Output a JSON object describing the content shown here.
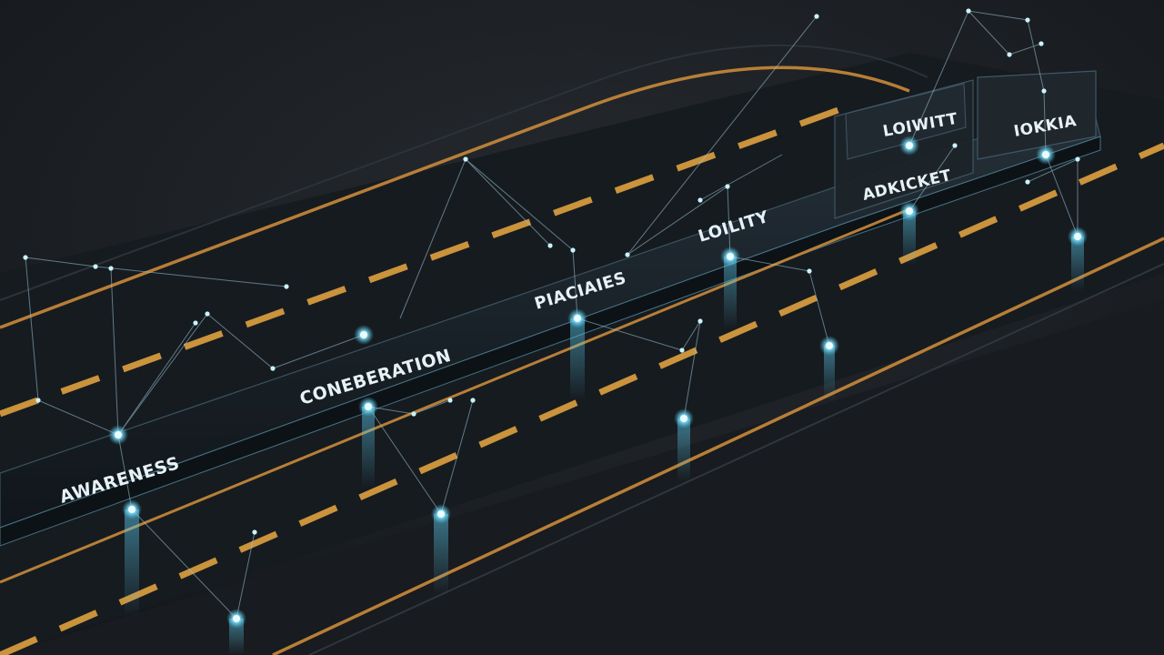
{
  "stages": [
    {
      "id": "awareness",
      "label": "AWARENESS"
    },
    {
      "id": "consideration",
      "label": "CONEBERATION"
    },
    {
      "id": "purchase",
      "label": "PIACIAIES"
    },
    {
      "id": "loyalty",
      "label": "LOILITY"
    },
    {
      "id": "advocacy",
      "label": "ADKICKET"
    },
    {
      "id": "loyalty-2",
      "label": "LOIWITT"
    },
    {
      "id": "extra",
      "label": "IOKKIA"
    }
  ],
  "colors": {
    "background": "#1b1e22",
    "road": "#15191d",
    "rail": "#1a2026",
    "lane_dash": "#d49a3e",
    "edge_line": "#c98a3a",
    "node_glow": "#7fe3ff",
    "network_line": "#9fc9d8",
    "label_text": "#e6f2f7"
  }
}
